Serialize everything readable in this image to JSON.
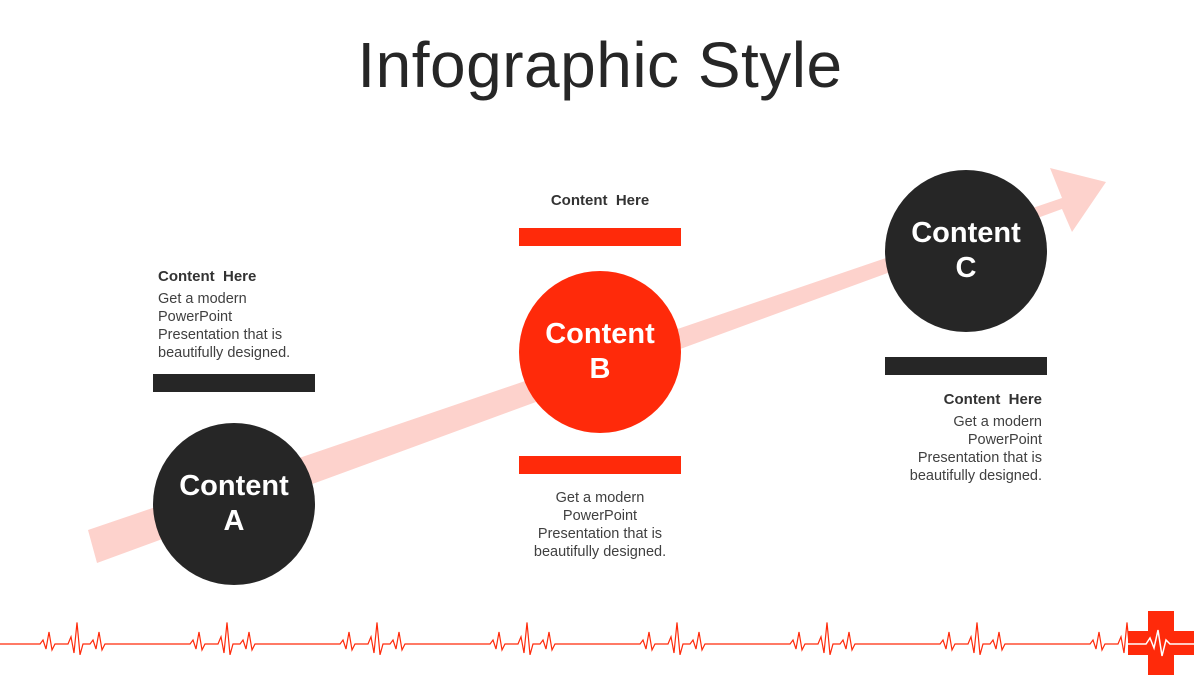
{
  "title": "Infographic Style",
  "colors": {
    "accent": "#ff2a0a",
    "dark": "#262626",
    "arrow": "#fdd2cc"
  },
  "items": [
    {
      "circle_label": "Content\nA",
      "heading": "Content  Here",
      "description": "Get a modern\nPowerPoint\nPresentation that is\nbeautifully designed."
    },
    {
      "circle_label": "Content\nB",
      "heading": "Content  Here",
      "description": "Get a modern\nPowerPoint\nPresentation that is\nbeautifully designed."
    },
    {
      "circle_label": "Content\nC",
      "heading": "Content  Here",
      "description": "Get a modern\nPowerPoint\nPresentation that is\nbeautifully designed."
    }
  ]
}
